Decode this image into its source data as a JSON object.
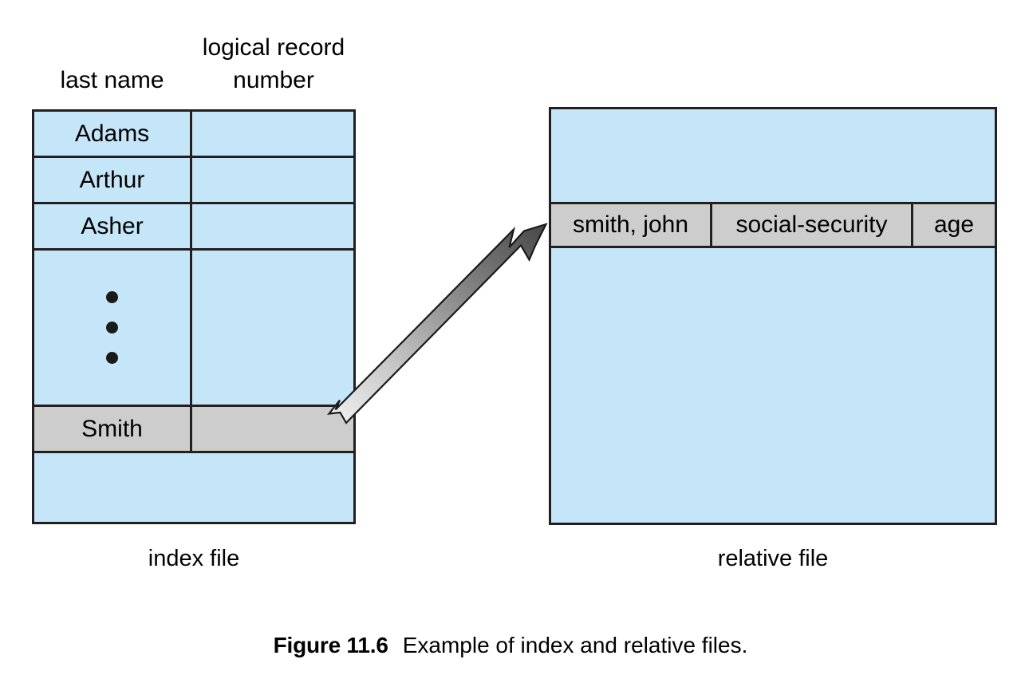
{
  "figure": {
    "caption_label": "Figure 11.6",
    "caption_text": "Example of index and relative files."
  },
  "index_file": {
    "label": "index file",
    "column_headers": {
      "last_name": "last name",
      "logical_record_number_line1": "logical record",
      "logical_record_number_line2": "number"
    },
    "rows": [
      {
        "last_name": "Adams",
        "logical_record_number": "",
        "highlighted": false
      },
      {
        "last_name": "Arthur",
        "logical_record_number": "",
        "highlighted": false
      },
      {
        "last_name": "Asher",
        "logical_record_number": "",
        "highlighted": false
      },
      {
        "last_name": "",
        "logical_record_number": "",
        "highlighted": false,
        "ellipsis": true
      },
      {
        "last_name": "Smith",
        "logical_record_number": "",
        "highlighted": true
      },
      {
        "last_name": "",
        "logical_record_number": "",
        "highlighted": false
      }
    ]
  },
  "relative_file": {
    "label": "relative file",
    "record": {
      "name": "smith, john",
      "social_security": "social-security",
      "age": "age"
    }
  },
  "arrow": {
    "name": "index-to-record-arrow",
    "from": "index file Smith row, logical record number cell",
    "to": "relative file record row, smith, john cell"
  },
  "colors": {
    "cell_blue": "#c5e6f8",
    "cell_gray": "#cdcdcd",
    "border": "#231f20",
    "arrow_dark": "#4a4a4a",
    "arrow_light": "#e8e8e8",
    "text": "#000000",
    "background": "#ffffff"
  }
}
